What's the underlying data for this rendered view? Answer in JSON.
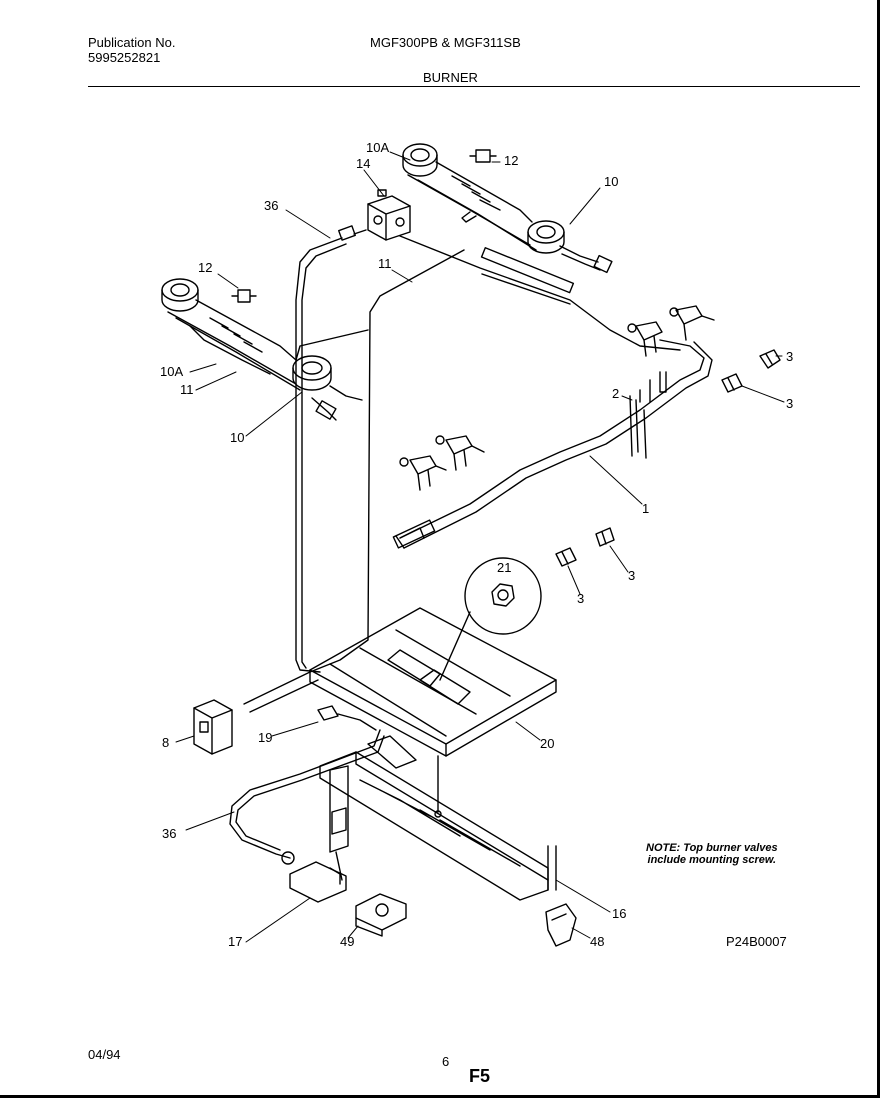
{
  "header": {
    "publication_label": "Publication No.",
    "publication_number": "5995252821",
    "model": "MGF300PB & MGF311SB",
    "section_title": "BURNER"
  },
  "note": {
    "line1": "NOTE: Top burner valves",
    "line2": "include mounting screw."
  },
  "drawing_code": "P24B0007",
  "footer": {
    "date": "04/94",
    "page": "6",
    "code": "F5"
  },
  "callouts": {
    "c1": "1",
    "c2": "2",
    "c3a": "3",
    "c3b": "3",
    "c3c": "3",
    "c3d": "3",
    "c8": "8",
    "c10a": "10",
    "c10b": "10",
    "c10Aa": "10A",
    "c10Ab": "10A",
    "c11a": "11",
    "c11b": "11",
    "c12a": "12",
    "c12b": "12",
    "c14": "14",
    "c16": "16",
    "c17": "17",
    "c19": "19",
    "c20": "20",
    "c21": "21",
    "c36a": "36",
    "c36b": "36",
    "c48": "48",
    "c49": "49"
  }
}
